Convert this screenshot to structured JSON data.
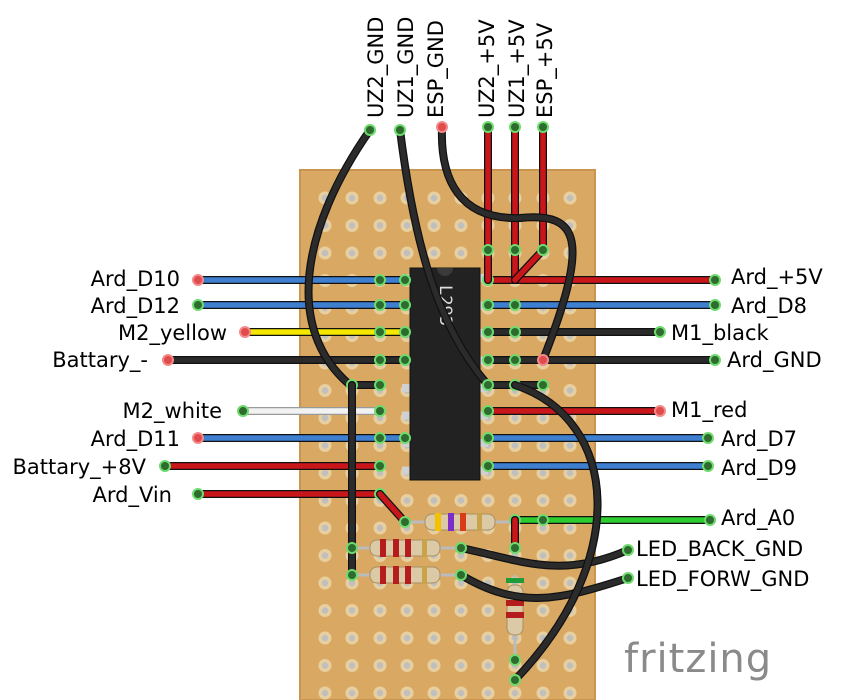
{
  "top_labels": [
    "UZ2_GND",
    "UZ1_GND",
    "ESP_GND",
    "UZ2_+5V",
    "UZ1_+5V",
    "ESP_+5V"
  ],
  "left_labels": [
    "Ard_D10",
    "Ard_D12",
    "M2_yellow",
    "Battary_-",
    "M2_white",
    "Ard_D11",
    "Battary_+8V",
    "Ard_Vin"
  ],
  "right_labels": [
    "Ard_+5V",
    "Ard_D8",
    "M1_black",
    "Ard_GND",
    "M1_red",
    "Ard_D7",
    "Ard_D9",
    "Ard_A0",
    "LED_BACK_GND",
    "LED_FORW_GND"
  ],
  "chip": {
    "marking": "L293"
  },
  "brand": "fritzing",
  "colors": {
    "board": "#d9a964",
    "chip": "#222222",
    "wire_blue": "#3f7fcf",
    "wire_red": "#c8161b",
    "wire_black": "#2b2b2b",
    "wire_yellow": "#f4e800",
    "wire_white": "#f2f2f2",
    "wire_green": "#2ecc2e"
  }
}
